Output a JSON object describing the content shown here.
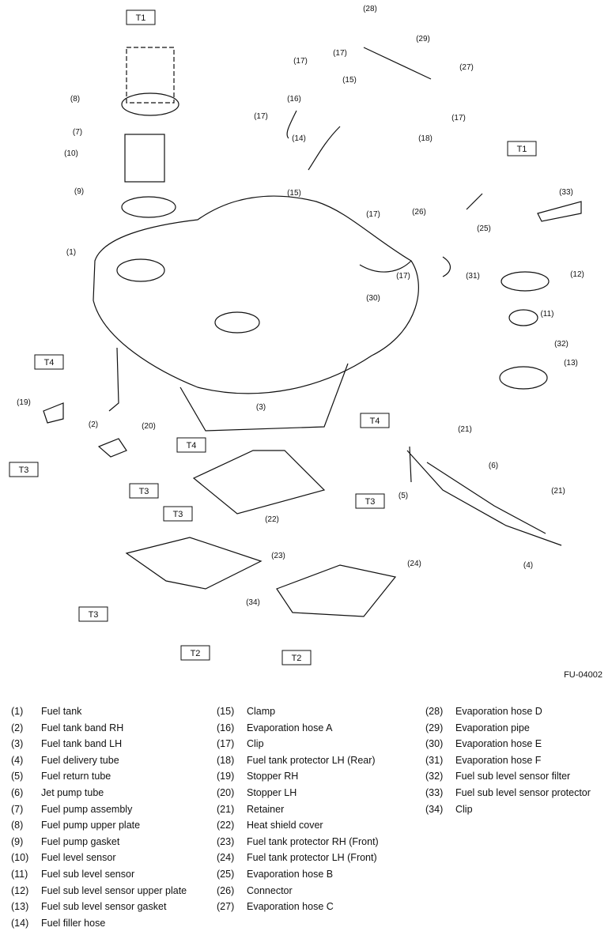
{
  "figure_code": "FU-04002",
  "torque_labels": [
    "T1",
    "T1",
    "T2",
    "T2",
    "T3",
    "T3",
    "T3",
    "T3",
    "T3",
    "T4",
    "T4",
    "T4"
  ],
  "callouts": [
    "(1)",
    "(2)",
    "(3)",
    "(4)",
    "(5)",
    "(6)",
    "(7)",
    "(8)",
    "(9)",
    "(10)",
    "(11)",
    "(12)",
    "(13)",
    "(14)",
    "(15)",
    "(15)",
    "(16)",
    "(17)",
    "(17)",
    "(17)",
    "(17)",
    "(17)",
    "(17)",
    "(18)",
    "(19)",
    "(20)",
    "(21)",
    "(21)",
    "(22)",
    "(23)",
    "(24)",
    "(25)",
    "(26)",
    "(27)",
    "(28)",
    "(29)",
    "(30)",
    "(31)",
    "(32)",
    "(33)",
    "(34)"
  ],
  "legend": {
    "col1": [
      {
        "num": "(1)",
        "name": "Fuel tank"
      },
      {
        "num": "(2)",
        "name": "Fuel tank band RH"
      },
      {
        "num": "(3)",
        "name": "Fuel tank band LH"
      },
      {
        "num": "(4)",
        "name": "Fuel delivery tube"
      },
      {
        "num": "(5)",
        "name": "Fuel return tube"
      },
      {
        "num": "(6)",
        "name": "Jet pump tube"
      },
      {
        "num": "(7)",
        "name": "Fuel pump assembly"
      },
      {
        "num": "(8)",
        "name": "Fuel pump upper plate"
      },
      {
        "num": "(9)",
        "name": "Fuel pump gasket"
      },
      {
        "num": "(10)",
        "name": "Fuel level sensor"
      },
      {
        "num": "(11)",
        "name": "Fuel sub level sensor"
      },
      {
        "num": "(12)",
        "name": "Fuel sub level sensor upper plate"
      },
      {
        "num": "(13)",
        "name": "Fuel sub level sensor gasket"
      },
      {
        "num": "(14)",
        "name": "Fuel filler hose"
      }
    ],
    "col2": [
      {
        "num": "(15)",
        "name": "Clamp"
      },
      {
        "num": "(16)",
        "name": "Evaporation hose A"
      },
      {
        "num": "(17)",
        "name": "Clip"
      },
      {
        "num": "(18)",
        "name": "Fuel tank protector LH (Rear)"
      },
      {
        "num": "(19)",
        "name": "Stopper RH"
      },
      {
        "num": "(20)",
        "name": "Stopper LH"
      },
      {
        "num": "(21)",
        "name": "Retainer"
      },
      {
        "num": "(22)",
        "name": "Heat shield cover"
      },
      {
        "num": "(23)",
        "name": "Fuel tank protector RH (Front)"
      },
      {
        "num": "(24)",
        "name": "Fuel tank protector LH (Front)"
      },
      {
        "num": "(25)",
        "name": "Evaporation hose B"
      },
      {
        "num": "(26)",
        "name": "Connector"
      },
      {
        "num": "(27)",
        "name": "Evaporation hose C"
      }
    ],
    "col3": [
      {
        "num": "(28)",
        "name": "Evaporation hose D"
      },
      {
        "num": "(29)",
        "name": "Evaporation pipe"
      },
      {
        "num": "(30)",
        "name": "Evaporation hose E"
      },
      {
        "num": "(31)",
        "name": "Evaporation hose F"
      },
      {
        "num": "(32)",
        "name": "Fuel sub level sensor filter"
      },
      {
        "num": "(33)",
        "name": "Fuel sub level sensor protector"
      },
      {
        "num": "(34)",
        "name": "Clip"
      }
    ]
  }
}
